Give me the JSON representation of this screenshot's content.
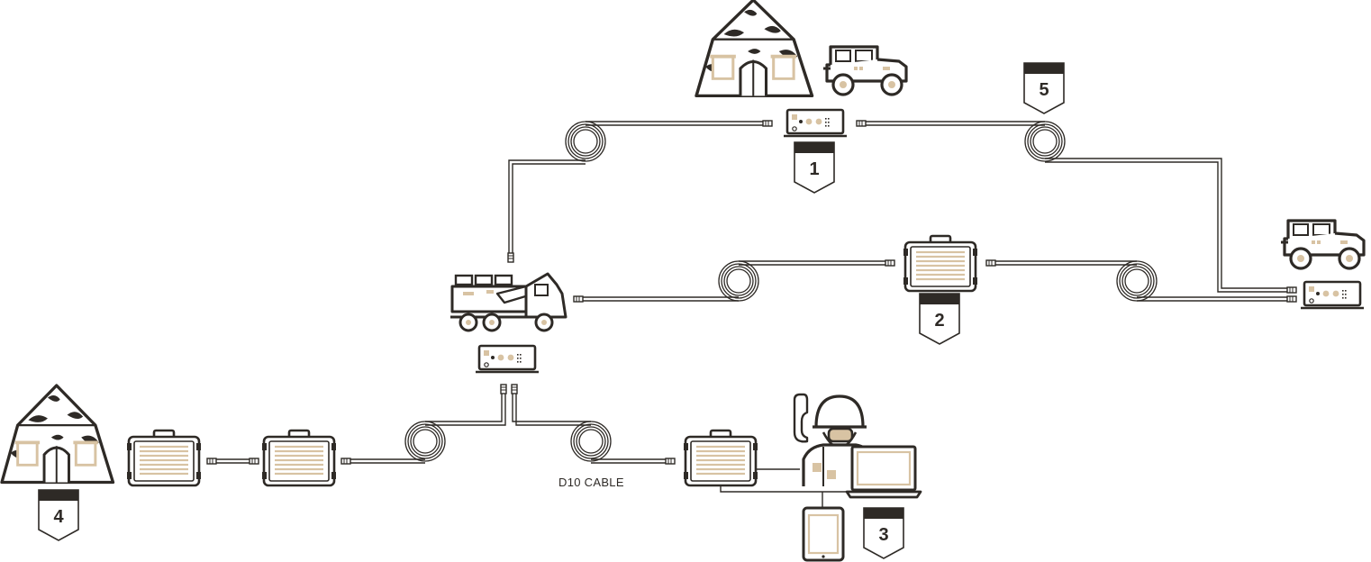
{
  "colors": {
    "ink": "#2e2a26",
    "accent": "#d8c3a3",
    "background": "#ffffff"
  },
  "badges": {
    "b1": "1",
    "b2": "2",
    "b3": "3",
    "b4": "4",
    "b5": "5"
  },
  "labels": {
    "cable": "D10 CABLE"
  },
  "icons": [
    "camo-tent-icon",
    "jeep-icon",
    "radio-unit-icon",
    "cable-coil-icon",
    "armored-truck-icon",
    "rugged-case-icon",
    "operator-soldier-icon",
    "laptop-icon",
    "tablet-icon",
    "connector-plug-icon"
  ]
}
